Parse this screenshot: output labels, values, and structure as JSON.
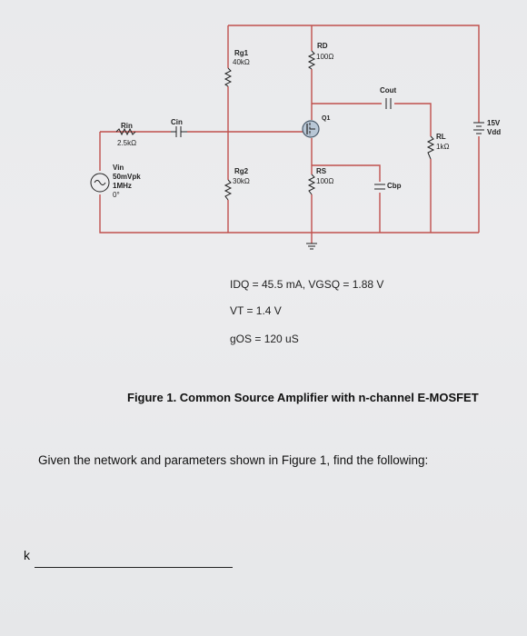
{
  "circuit": {
    "rg1": {
      "name": "Rg1",
      "value": "40kΩ"
    },
    "rd": {
      "name": "RD",
      "value": "100Ω"
    },
    "rin": {
      "name": "Rin",
      "value": "2.5kΩ"
    },
    "cin": {
      "name": "Cin"
    },
    "q1": {
      "name": "Q1"
    },
    "cout": {
      "name": "Cout"
    },
    "vin": {
      "name": "Vin",
      "amplitude": "50mVpk",
      "frequency": "1MHz",
      "phase": "0°"
    },
    "rg2": {
      "name": "Rg2",
      "value": "30kΩ"
    },
    "rs": {
      "name": "RS",
      "value": "100Ω"
    },
    "cbp": {
      "name": "Cbp"
    },
    "rl": {
      "name": "RL",
      "value": "1kΩ"
    },
    "vdd": {
      "value": "15V",
      "name": "Vdd"
    }
  },
  "params": {
    "line1": "IDQ = 45.5 mA, VGSQ = 1.88 V",
    "line2": "VT = 1.4 V",
    "line3": "gOS = 120 uS"
  },
  "caption": "Figure 1. Common Source Amplifier with n-channel E-MOSFET",
  "question": "Given the network and parameters shown in Figure 1, find the following:",
  "answer_label": "k",
  "colors": {
    "wire": "#c0504d",
    "component": "#222222",
    "background": "#ebecee"
  }
}
